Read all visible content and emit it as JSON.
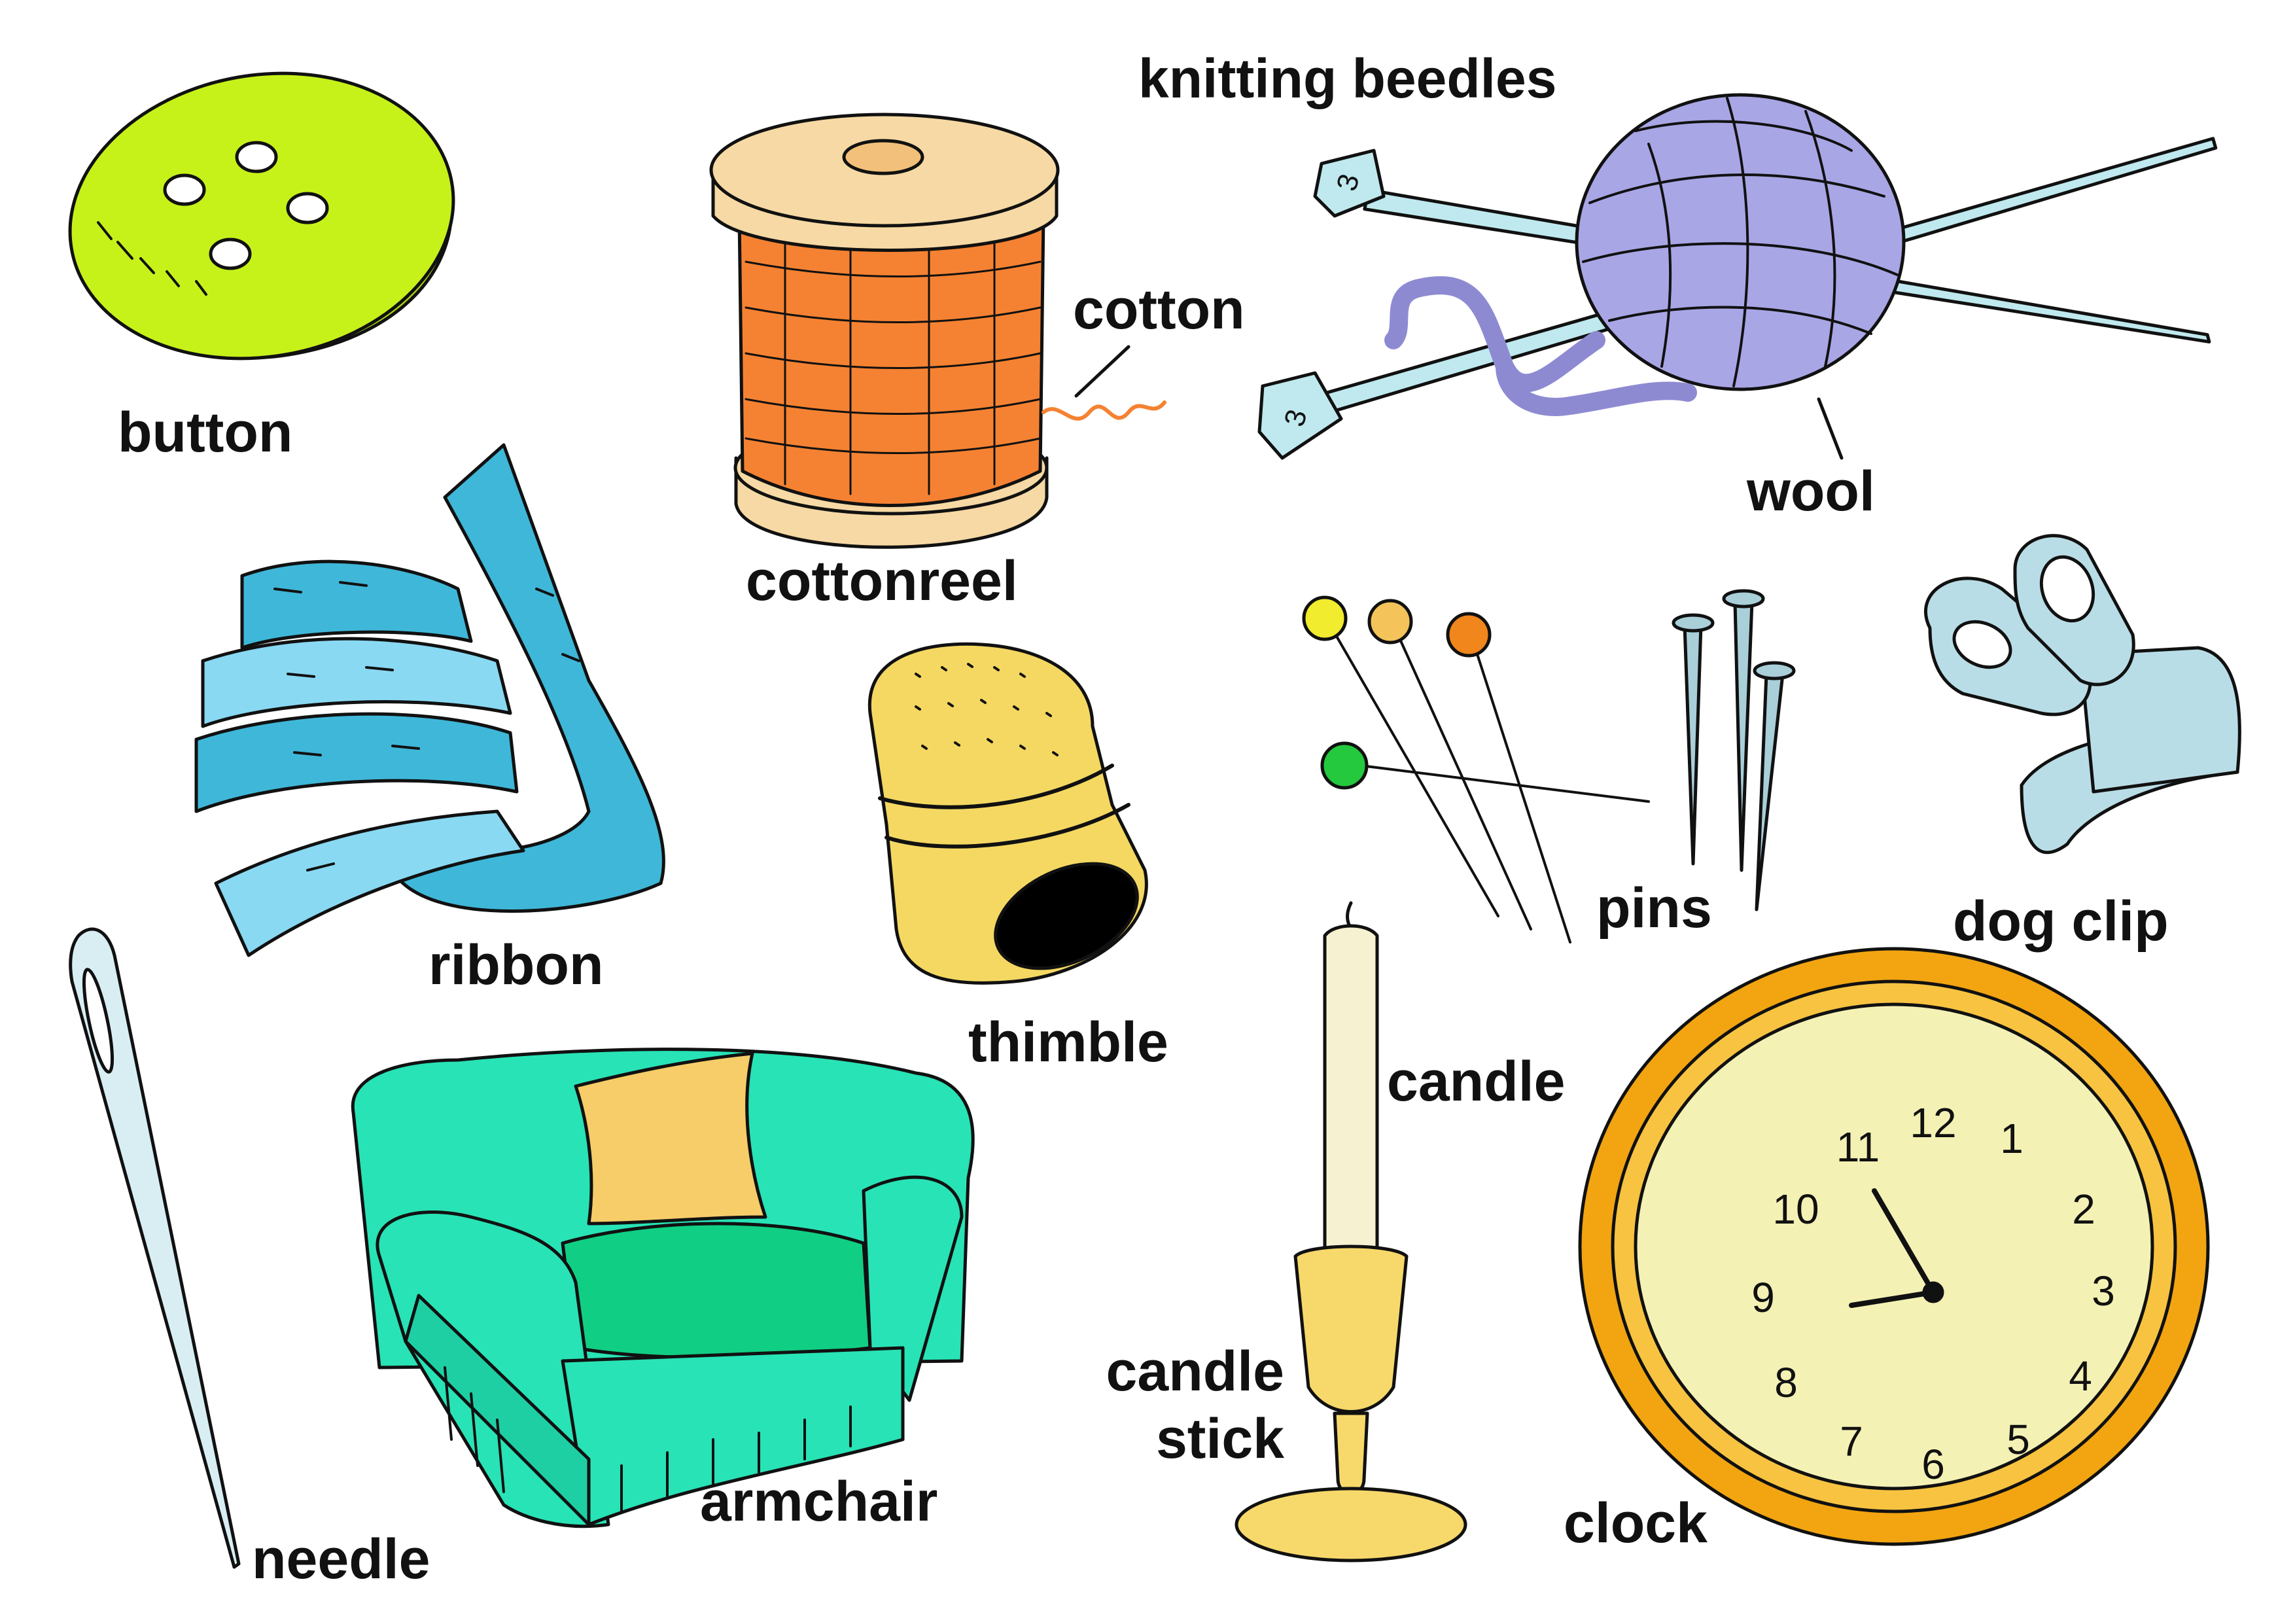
{
  "labels": {
    "button": "button",
    "cotton": "cotton",
    "cottonreel": "cottonreel",
    "knitting_needles": "knitting beedles",
    "wool": "wool",
    "ribbon": "ribbon",
    "thimble": "thimble",
    "pins": "pins",
    "dog_clip": "dog clip",
    "needle": "needle",
    "armchair": "armchair",
    "candle": "candle",
    "candle_stick_line1": "candle",
    "candle_stick_line2": "stick",
    "clock": "clock"
  },
  "clock": {
    "numerals": [
      "12",
      "1",
      "2",
      "3",
      "4",
      "5",
      "6",
      "7",
      "8",
      "9",
      "10",
      "11"
    ],
    "needle_tag": "3"
  },
  "colors": {
    "button": "#c6f21a",
    "cotton": "#f58232",
    "reel_wood": "#f6d9a4",
    "wool": "#a9a6e6",
    "knitting_needle": "#bfe9ee",
    "ribbon_dark": "#3fb7d9",
    "ribbon_light": "#89d9f3",
    "thimble": "#f4d862",
    "armchair": "#28e3b6",
    "armchair_seat": "#10cf84",
    "cushion": "#f6cd68",
    "candle": "#f6f1d0",
    "candle_holder": "#f7d86a",
    "clock_rim": "#f2a511",
    "clock_face": "#f4f1b5",
    "pin_yellow": "#f1ec2e",
    "pin_light_orange": "#f4c45b",
    "pin_orange": "#f0861c",
    "pin_green": "#24c93d",
    "nail": "#a9cfd9",
    "dog_clip": "#b9dde6",
    "outline": "#111111"
  }
}
